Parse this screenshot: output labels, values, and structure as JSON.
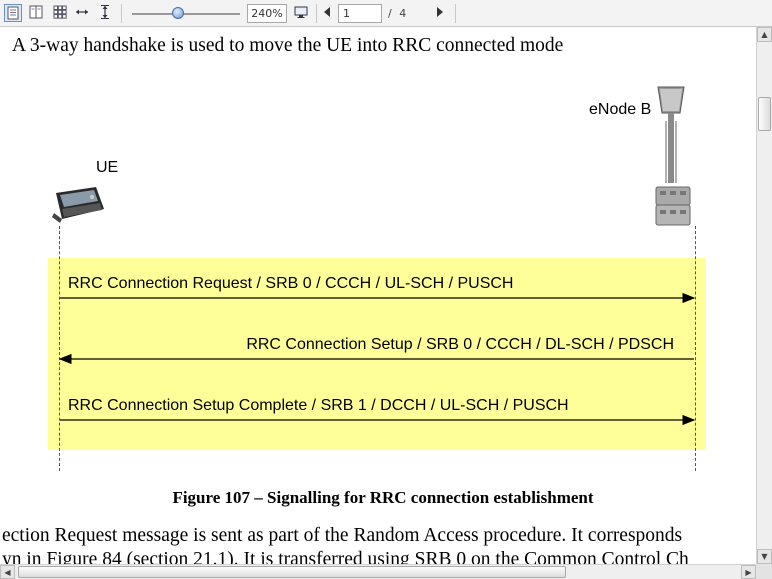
{
  "toolbar": {
    "zoom_value": "240%",
    "page_current": "1",
    "page_total": "/ 4",
    "zoom_level": 0.45
  },
  "document": {
    "top_line": "A 3-way handshake is used to move the UE into RRC connected mode",
    "figure": {
      "ue_label": "UE",
      "enb_label": "eNode B",
      "messages": [
        {
          "label": "RRC Connection Request / SRB 0 / CCCH / UL-SCH / PUSCH",
          "direction": "right"
        },
        {
          "label": "RRC Connection Setup / SRB 0 / CCCH / DL-SCH / PDSCH",
          "direction": "left"
        },
        {
          "label": "RRC Connection Setup Complete / SRB 1 / DCCH / UL-SCH / PUSCH",
          "direction": "right"
        }
      ],
      "caption": "Figure 107 – Signalling for RRC connection establishment",
      "box_color": "#ffff99"
    },
    "bottom_line_1": "ection Request message is sent as part of the Random Access procedure. It corresponds",
    "bottom_line_2": "yn in Figure 84 (section 21.1). It is transferred using SRB 0 on the Common Control Ch"
  },
  "icons": {
    "single_page": "single-page-icon",
    "facing_pages": "facing-pages-icon",
    "thumbnails": "thumbnails-grid-icon",
    "fit_width": "fit-width-icon",
    "fit_height": "fit-height-icon",
    "fullscreen": "monitor-icon",
    "prev_page": "triangle-left-icon",
    "next_page": "triangle-right-icon"
  }
}
